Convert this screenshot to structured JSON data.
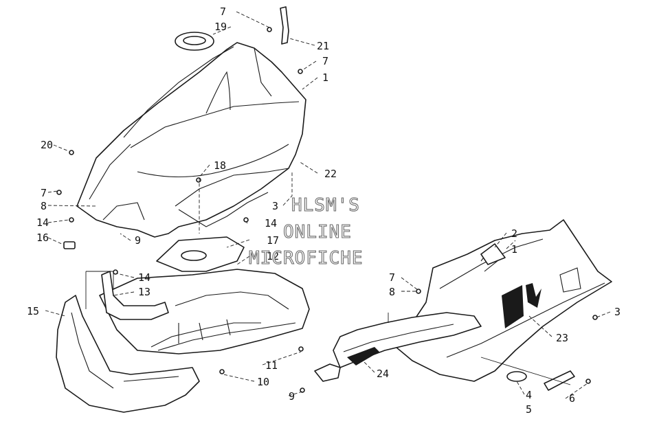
{
  "watermark": {
    "line1": "HLSM'S",
    "line2": "ONLINE",
    "line3": "MICROFICHE"
  },
  "callouts": [
    "7",
    "19",
    "21",
    "7",
    "1",
    "20",
    "18",
    "22",
    "7",
    "8",
    "3",
    "14",
    "14",
    "16",
    "9",
    "17",
    "12",
    "14",
    "13",
    "15",
    "11",
    "10",
    "2",
    "1",
    "7",
    "8",
    "3",
    "23",
    "24",
    "9",
    "4",
    "5",
    "6"
  ],
  "colors": {
    "line": "#1a1a1a",
    "background": "#ffffff",
    "watermark_outline": "#6a6a6a"
  }
}
